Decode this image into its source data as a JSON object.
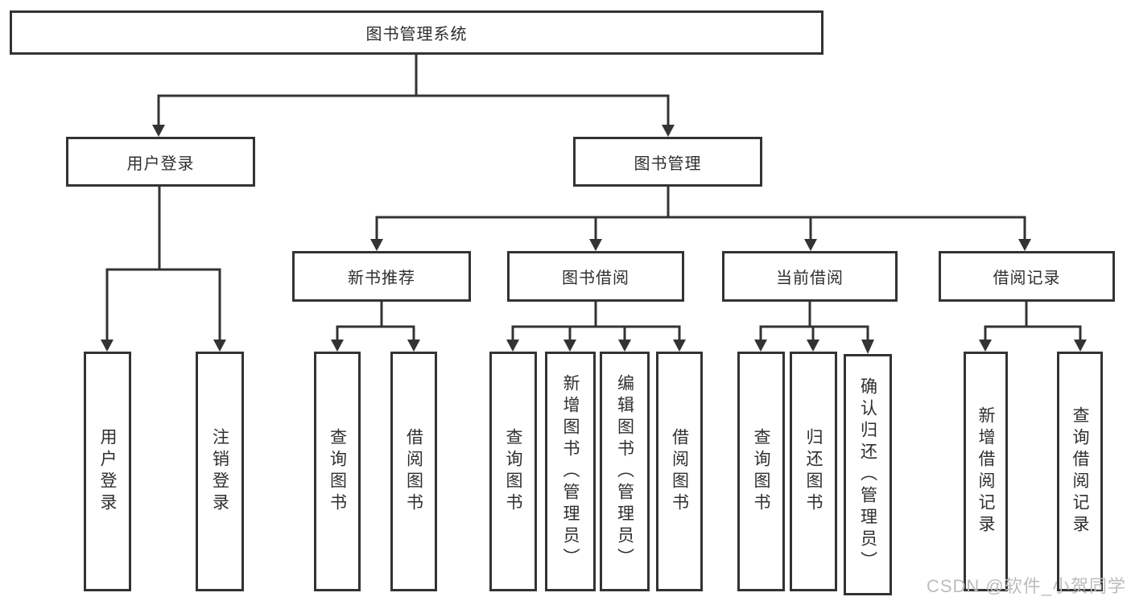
{
  "diagram": {
    "root": {
      "label": "图书管理系统"
    },
    "level2": [
      {
        "label": "用户登录"
      },
      {
        "label": "图书管理"
      }
    ],
    "level3": [
      {
        "label": "新书推荐"
      },
      {
        "label": "图书借阅"
      },
      {
        "label": "当前借阅"
      },
      {
        "label": "借阅记录"
      }
    ],
    "leaves": {
      "user_login": [
        "用户登录",
        "注销登录"
      ],
      "new_books": [
        "查询图书",
        "借阅图书"
      ],
      "book_borrow": [
        "查询图书",
        "新增图书（管理员）",
        "编辑图书（管理员）",
        "借阅图书"
      ],
      "current_borrow": [
        "查询图书",
        "归还图书",
        "确认归还（管理员）"
      ],
      "borrow_records": [
        "新增借阅记录",
        "查询借阅记录"
      ]
    }
  },
  "watermark": "CSDN @软件_小贺同学",
  "colors": {
    "line": "#333333",
    "text": "#2f2f2f",
    "watermark": "#bcbcbc",
    "background": "#ffffff"
  }
}
